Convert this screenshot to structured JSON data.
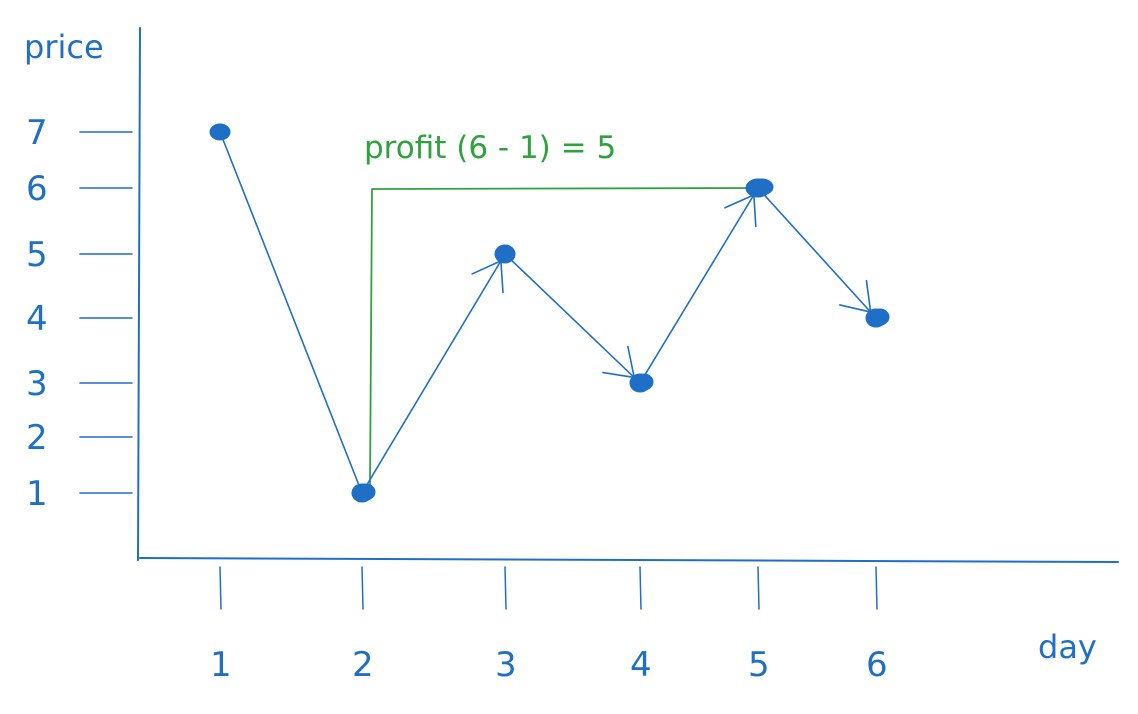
{
  "chart_data": {
    "type": "line",
    "title": "",
    "xlabel": "day",
    "ylabel": "price",
    "x": [
      1,
      2,
      3,
      4,
      5,
      6
    ],
    "series": [
      {
        "values": [
          7,
          1,
          5,
          3,
          6,
          4
        ]
      }
    ],
    "xlim": [
      0,
      8
    ],
    "ylim": [
      0,
      8
    ],
    "xticks": [
      "1",
      "2",
      "3",
      "4",
      "5",
      "6"
    ],
    "yticks": [
      "1",
      "2",
      "3",
      "4",
      "5",
      "6",
      "7"
    ],
    "grid": false,
    "legend": "none",
    "annotation": {
      "text": "profit (6 - 1) = 5",
      "from_day": 2,
      "to_day": 5,
      "low_price": 1,
      "high_price": 6
    },
    "colors": {
      "series": "#1f6fc7",
      "annotation": "#2fa23f"
    }
  }
}
